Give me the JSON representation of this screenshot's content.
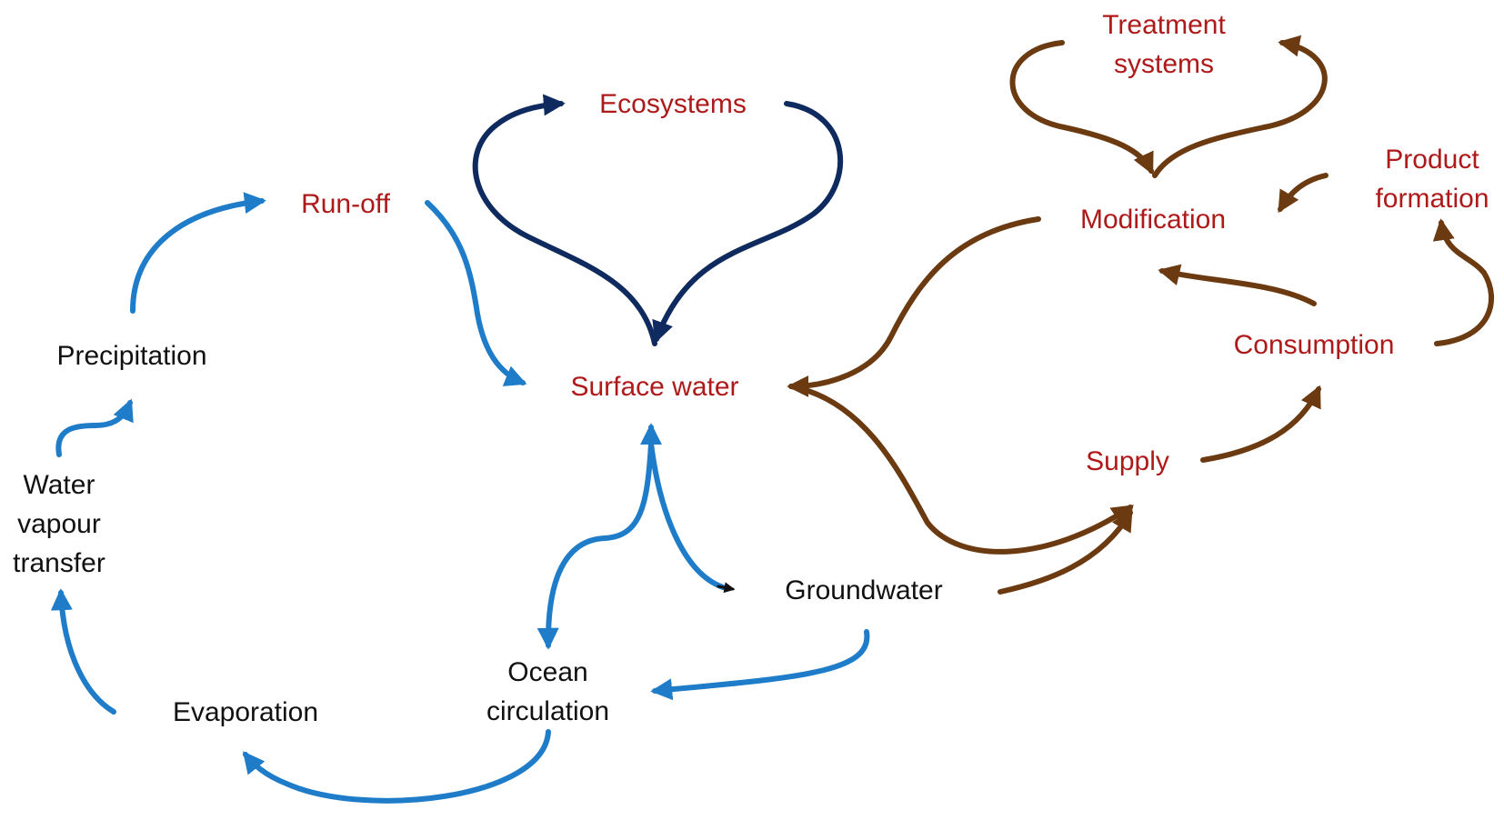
{
  "colors": {
    "label_red": "#ae1a1a",
    "label_black": "#111111",
    "arrow_light_blue": "#1f7cc8",
    "arrow_navy": "#0f2a5e",
    "arrow_brown": "#6b3a10"
  },
  "nodes": {
    "treatment_systems": [
      "Treatment",
      "systems"
    ],
    "ecosystems": "Ecosystems",
    "product_formation": [
      "Product",
      "formation"
    ],
    "run_off": "Run-off",
    "modification": "Modification",
    "precipitation": "Precipitation",
    "consumption": "Consumption",
    "surface_water": "Surface water",
    "supply": "Supply",
    "water_vapour_transfer": [
      "Water",
      "vapour",
      "transfer"
    ],
    "groundwater": "Groundwater",
    "ocean_circulation": [
      "Ocean",
      "circulation"
    ],
    "evaporation": "Evaporation"
  },
  "edges": [
    {
      "from": "Precipitation",
      "to": "Run-off",
      "color": "arrow_light_blue"
    },
    {
      "from": "Run-off",
      "to": "Surface water",
      "color": "arrow_light_blue"
    },
    {
      "from": "Surface water",
      "to": "Ecosystems",
      "color": "arrow_navy"
    },
    {
      "from": "Ecosystems",
      "to": "Surface water",
      "color": "arrow_navy"
    },
    {
      "from": "Surface water",
      "to": "Ocean circulation",
      "color": "arrow_light_blue"
    },
    {
      "from": "Ocean circulation",
      "to": "Surface water",
      "color": "arrow_light_blue"
    },
    {
      "from": "Surface water",
      "to": "Groundwater",
      "color": "arrow_light_blue"
    },
    {
      "from": "Groundwater",
      "to": "Ocean circulation",
      "color": "arrow_light_blue"
    },
    {
      "from": "Ocean circulation",
      "to": "Evaporation",
      "color": "arrow_light_blue"
    },
    {
      "from": "Evaporation",
      "to": "Water vapour transfer",
      "color": "arrow_light_blue"
    },
    {
      "from": "Water vapour transfer",
      "to": "Precipitation",
      "color": "arrow_light_blue"
    },
    {
      "from": "Surface water",
      "to": "Supply",
      "color": "arrow_brown"
    },
    {
      "from": "Groundwater",
      "to": "Supply",
      "color": "arrow_brown"
    },
    {
      "from": "Supply",
      "to": "Consumption",
      "color": "arrow_brown"
    },
    {
      "from": "Consumption",
      "to": "Modification",
      "color": "arrow_brown"
    },
    {
      "from": "Consumption",
      "to": "Product formation",
      "color": "arrow_brown"
    },
    {
      "from": "Product formation",
      "to": "Modification",
      "color": "arrow_brown"
    },
    {
      "from": "Modification",
      "to": "Treatment systems",
      "color": "arrow_brown"
    },
    {
      "from": "Treatment systems",
      "to": "Modification",
      "color": "arrow_brown"
    },
    {
      "from": "Modification",
      "to": "Surface water",
      "color": "arrow_brown"
    }
  ]
}
